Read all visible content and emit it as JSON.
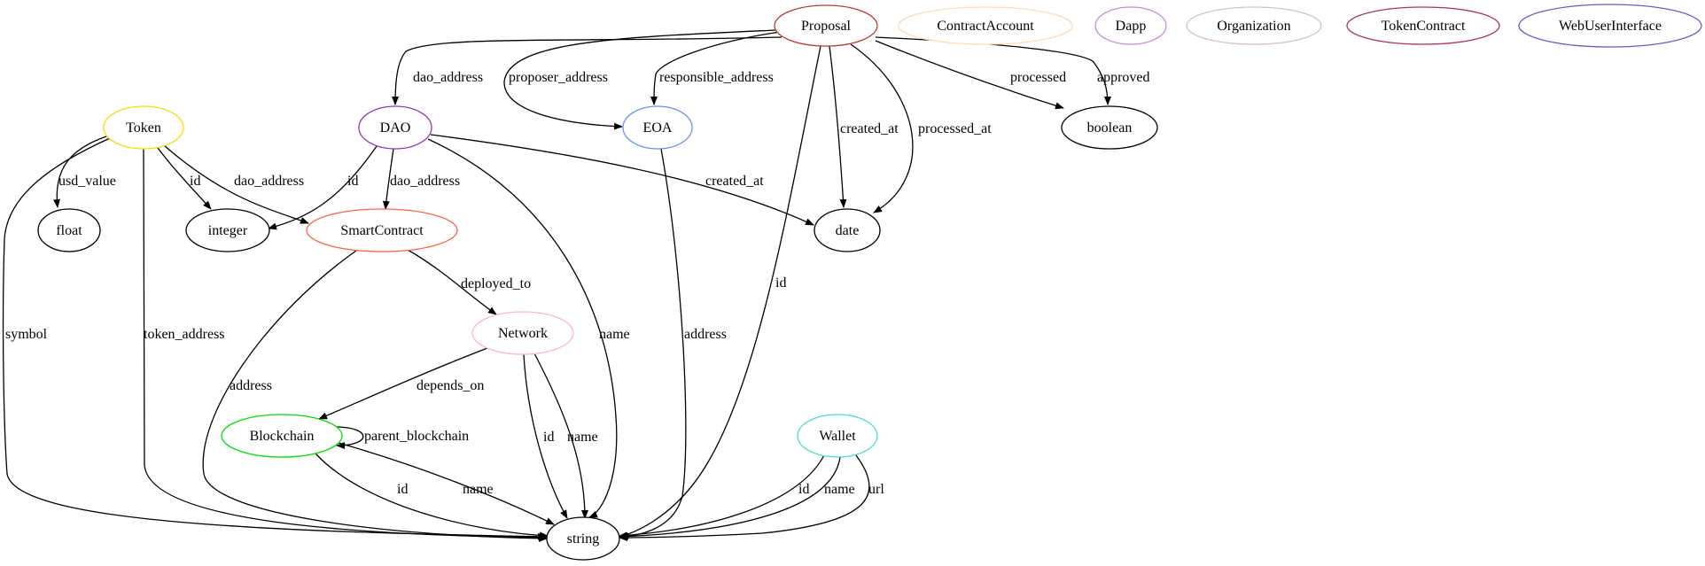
{
  "nodes": [
    {
      "id": "proposal",
      "label": "Proposal",
      "color": "#c0392b"
    },
    {
      "id": "contractaccount",
      "label": "ContractAccount",
      "color": "#ffdcb4"
    },
    {
      "id": "dapp",
      "label": "Dapp",
      "color": "#cc88dd"
    },
    {
      "id": "organization",
      "label": "Organization",
      "color": "#d8bcd8"
    },
    {
      "id": "tokencontract",
      "label": "TokenContract",
      "color": "#b03060"
    },
    {
      "id": "webuserinterface",
      "label": "WebUserInterface",
      "color": "#6a5acd"
    },
    {
      "id": "token",
      "label": "Token",
      "color": "#ffd700"
    },
    {
      "id": "dao",
      "label": "DAO",
      "color": "#9b30c0"
    },
    {
      "id": "eoa",
      "label": "EOA",
      "color": "#6495ed"
    },
    {
      "id": "boolean",
      "label": "boolean",
      "color": "#000000"
    },
    {
      "id": "float",
      "label": "float",
      "color": "#000000"
    },
    {
      "id": "integer",
      "label": "integer",
      "color": "#000000"
    },
    {
      "id": "smartcontract",
      "label": "SmartContract",
      "color": "#ff6347"
    },
    {
      "id": "date",
      "label": "date",
      "color": "#000000"
    },
    {
      "id": "network",
      "label": "Network",
      "color": "#ffb6c1"
    },
    {
      "id": "blockchain",
      "label": "Blockchain",
      "color": "#00dd00"
    },
    {
      "id": "wallet",
      "label": "Wallet",
      "color": "#40e0d0"
    },
    {
      "id": "string",
      "label": "string",
      "color": "#000000"
    }
  ],
  "edges": [
    {
      "from": "proposal",
      "to": "dao",
      "label": "dao_address"
    },
    {
      "from": "proposal",
      "to": "eoa",
      "label": "proposer_address"
    },
    {
      "from": "proposal",
      "to": "eoa",
      "label": "responsible_address"
    },
    {
      "from": "proposal",
      "to": "boolean",
      "label": "processed"
    },
    {
      "from": "proposal",
      "to": "boolean",
      "label": "approved"
    },
    {
      "from": "proposal",
      "to": "date",
      "label": "created_at"
    },
    {
      "from": "proposal",
      "to": "date",
      "label": "processed_at"
    },
    {
      "from": "proposal",
      "to": "string",
      "label": "id"
    },
    {
      "from": "token",
      "to": "float",
      "label": "usd_value"
    },
    {
      "from": "token",
      "to": "integer",
      "label": "id"
    },
    {
      "from": "token",
      "to": "smartcontract",
      "label": "dao_address"
    },
    {
      "from": "token",
      "to": "string",
      "label": "symbol"
    },
    {
      "from": "token",
      "to": "string",
      "label": "token_address"
    },
    {
      "from": "dao",
      "to": "integer",
      "label": "id"
    },
    {
      "from": "dao",
      "to": "smartcontract",
      "label": "dao_address"
    },
    {
      "from": "dao",
      "to": "date",
      "label": "created_at"
    },
    {
      "from": "dao",
      "to": "string",
      "label": "name"
    },
    {
      "from": "eoa",
      "to": "string",
      "label": "address"
    },
    {
      "from": "smartcontract",
      "to": "network",
      "label": "deployed_to"
    },
    {
      "from": "smartcontract",
      "to": "string",
      "label": "address"
    },
    {
      "from": "network",
      "to": "blockchain",
      "label": "depends_on"
    },
    {
      "from": "network",
      "to": "string",
      "label": "id"
    },
    {
      "from": "network",
      "to": "string",
      "label": "name"
    },
    {
      "from": "blockchain",
      "to": "blockchain",
      "label": "parent_blockchain"
    },
    {
      "from": "blockchain",
      "to": "string",
      "label": "id"
    },
    {
      "from": "blockchain",
      "to": "string",
      "label": "name"
    },
    {
      "from": "wallet",
      "to": "string",
      "label": "id"
    },
    {
      "from": "wallet",
      "to": "string",
      "label": "name"
    },
    {
      "from": "wallet",
      "to": "string",
      "label": "url"
    }
  ]
}
